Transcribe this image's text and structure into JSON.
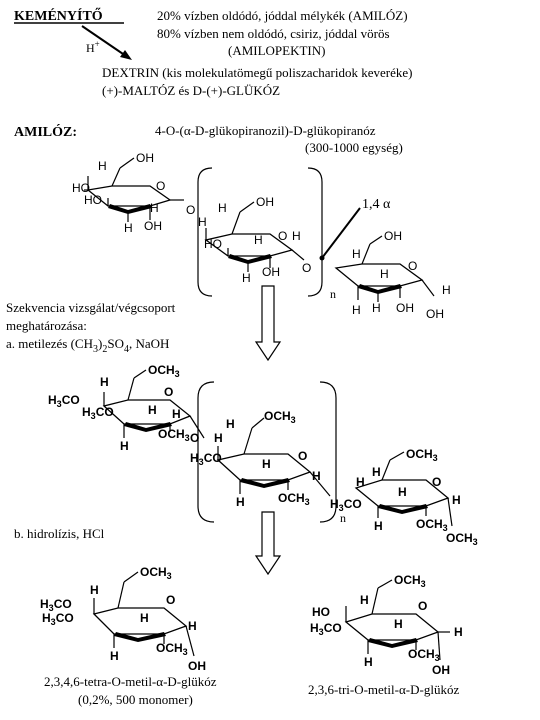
{
  "header": {
    "title": "KEMÉNYÍTŐ",
    "catalyst": "H",
    "catalyst_sup": "+",
    "line1": "20% vízben oldódó, jóddal mélykék (AMILÓZ)",
    "line2": "80% vízben nem oldódó, csiriz, jóddal vörös",
    "line3": "(AMILOPEKTIN)",
    "line4": "DEXTRIN (kis molekulatömegű poliszacharidok keveréke)",
    "line5": "(+)-MALTÓZ és D-(+)-GLÜKÓZ"
  },
  "amiloz": {
    "label": "AMILÓZ:",
    "name": "4-O-(α-D-glükopiranozil)-D-glükopiranóz",
    "units": "(300-1000 egység)",
    "link": "1,4 α",
    "n": "n"
  },
  "steps": {
    "step_title1": "Szekvencia vizsgálat/végcsoport",
    "step_title2": "meghatározása:",
    "step_a_prefix": "a. metilezés (CH",
    "step_a_sub1": "3",
    "step_a_mid": ")",
    "step_a_sub2": "2",
    "step_a_suffix1": "SO",
    "step_a_sub3": "4",
    "step_a_suffix2": ", NaOH",
    "step_b": "b. hidrolízis, HCl"
  },
  "products": {
    "p1_name": "2,3,4,6-tetra-O-metil-α-D-glükóz",
    "p1_note": "(0,2%, 500 monomer)",
    "p2_name": "2,3,6-tri-O-metil-α-D-glükóz"
  },
  "atoms": {
    "H": "H",
    "OH": "OH",
    "HO": "HO",
    "O": "O",
    "OCH3": "OCH",
    "H3CO": "H",
    "sub3": "3",
    "CO": "CO"
  }
}
